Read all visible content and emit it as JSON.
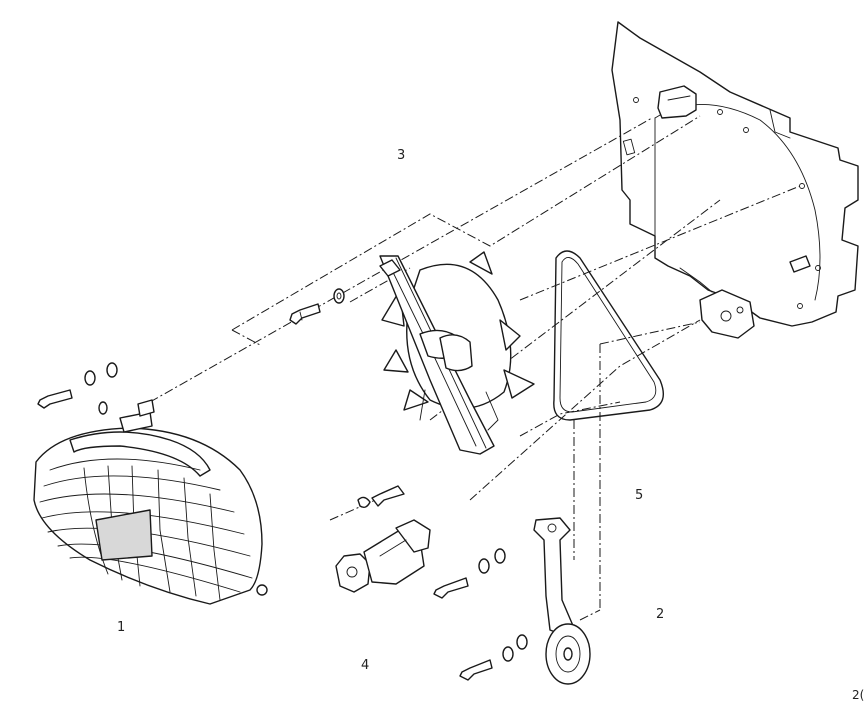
{
  "callouts": {
    "c1": "1",
    "c2": "2",
    "c3": "3",
    "c4": "4",
    "c5": "5"
  },
  "page_mark": "2("
}
